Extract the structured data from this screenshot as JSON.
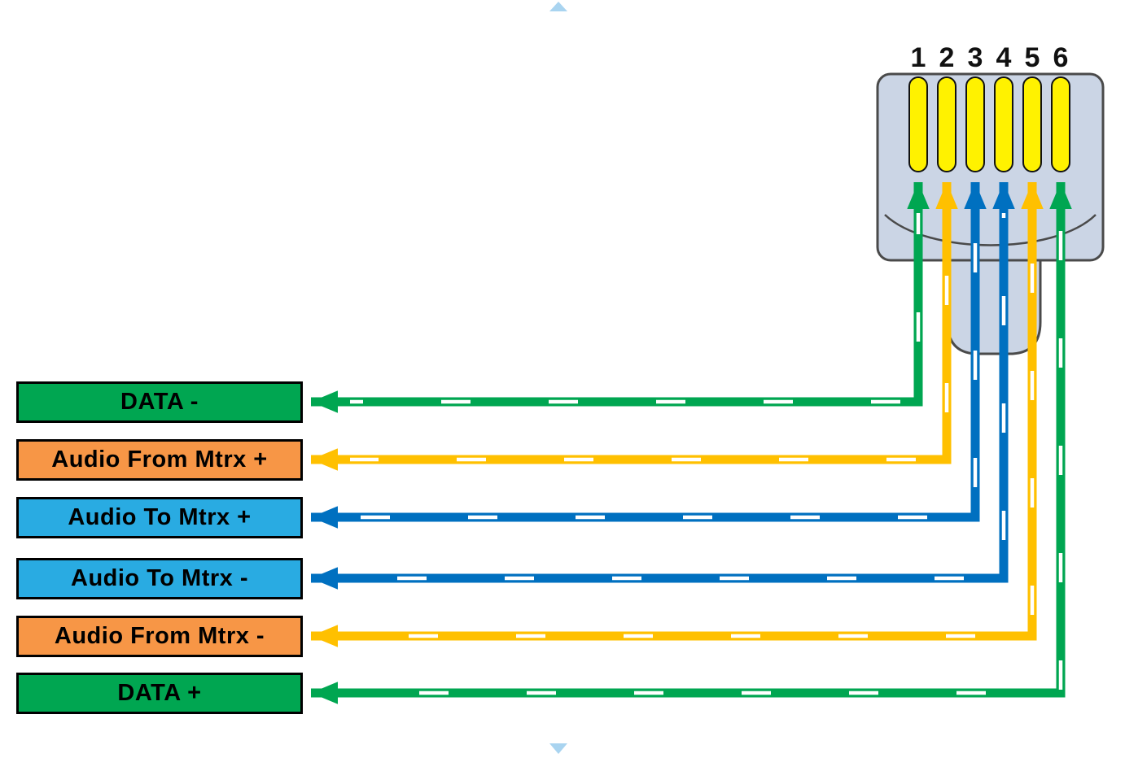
{
  "palette": {
    "green": "#00A651",
    "yellow": "#FFC000",
    "blue": "#0070C0",
    "box_green": "#00A651",
    "box_orange": "#F79646",
    "box_blue": "#29ABE2",
    "pin_yellow": "#FFF200",
    "connector_body": "#CBD5E5",
    "connector_outline": "#4A4A4A",
    "stripe_white": "#FFFFFF",
    "scroll_arrow": "#A9D4F0"
  },
  "connector": {
    "pin_numbers": [
      "1",
      "2",
      "3",
      "4",
      "5",
      "6"
    ]
  },
  "labels": [
    {
      "text": "DATA -",
      "color": "green"
    },
    {
      "text": "Audio From Mtrx +",
      "color": "orange"
    },
    {
      "text": "Audio To Mtrx +",
      "color": "blue"
    },
    {
      "text": "Audio To Mtrx -",
      "color": "blue"
    },
    {
      "text": "Audio From Mtrx -",
      "color": "orange"
    },
    {
      "text": "DATA +",
      "color": "green"
    }
  ],
  "wires": [
    {
      "pin": "1",
      "signal": "DATA -",
      "color": "green-white"
    },
    {
      "pin": "2",
      "signal": "Audio From Mtrx +",
      "color": "yellow-white"
    },
    {
      "pin": "3",
      "signal": "Audio To Mtrx +",
      "color": "blue-white"
    },
    {
      "pin": "4",
      "signal": "Audio To Mtrx -",
      "color": "blue-white"
    },
    {
      "pin": "5",
      "signal": "Audio From Mtrx -",
      "color": "yellow-white"
    },
    {
      "pin": "6",
      "signal": "DATA +",
      "color": "green-white"
    }
  ]
}
